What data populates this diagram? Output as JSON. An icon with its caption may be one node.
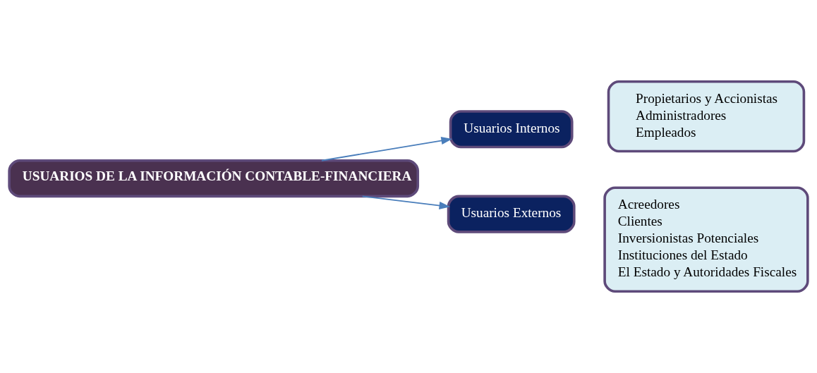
{
  "diagram": {
    "nodes": [
      {
        "text": [
          "USUARIOS DE LA INFORMACIÓN CONTABLE-FINANCIERA"
        ]
      },
      {
        "text": [
          "Usuarios Internos"
        ]
      },
      {
        "text": [
          "Propietarios y Accionistas",
          "Administradores",
          "Empleados"
        ]
      },
      {
        "text": [
          "Usuarios Externos"
        ]
      },
      {
        "text": [
          "Acreedores",
          "Clientes",
          "Inversionistas Potenciales",
          "Instituciones del Estado",
          "El Estado y Autoridades Fiscales"
        ]
      }
    ],
    "edges": [
      {
        "from": 0,
        "to": 1,
        "arrow": "to"
      },
      {
        "from": 0,
        "to": 3,
        "arrow": "to"
      }
    ]
  }
}
